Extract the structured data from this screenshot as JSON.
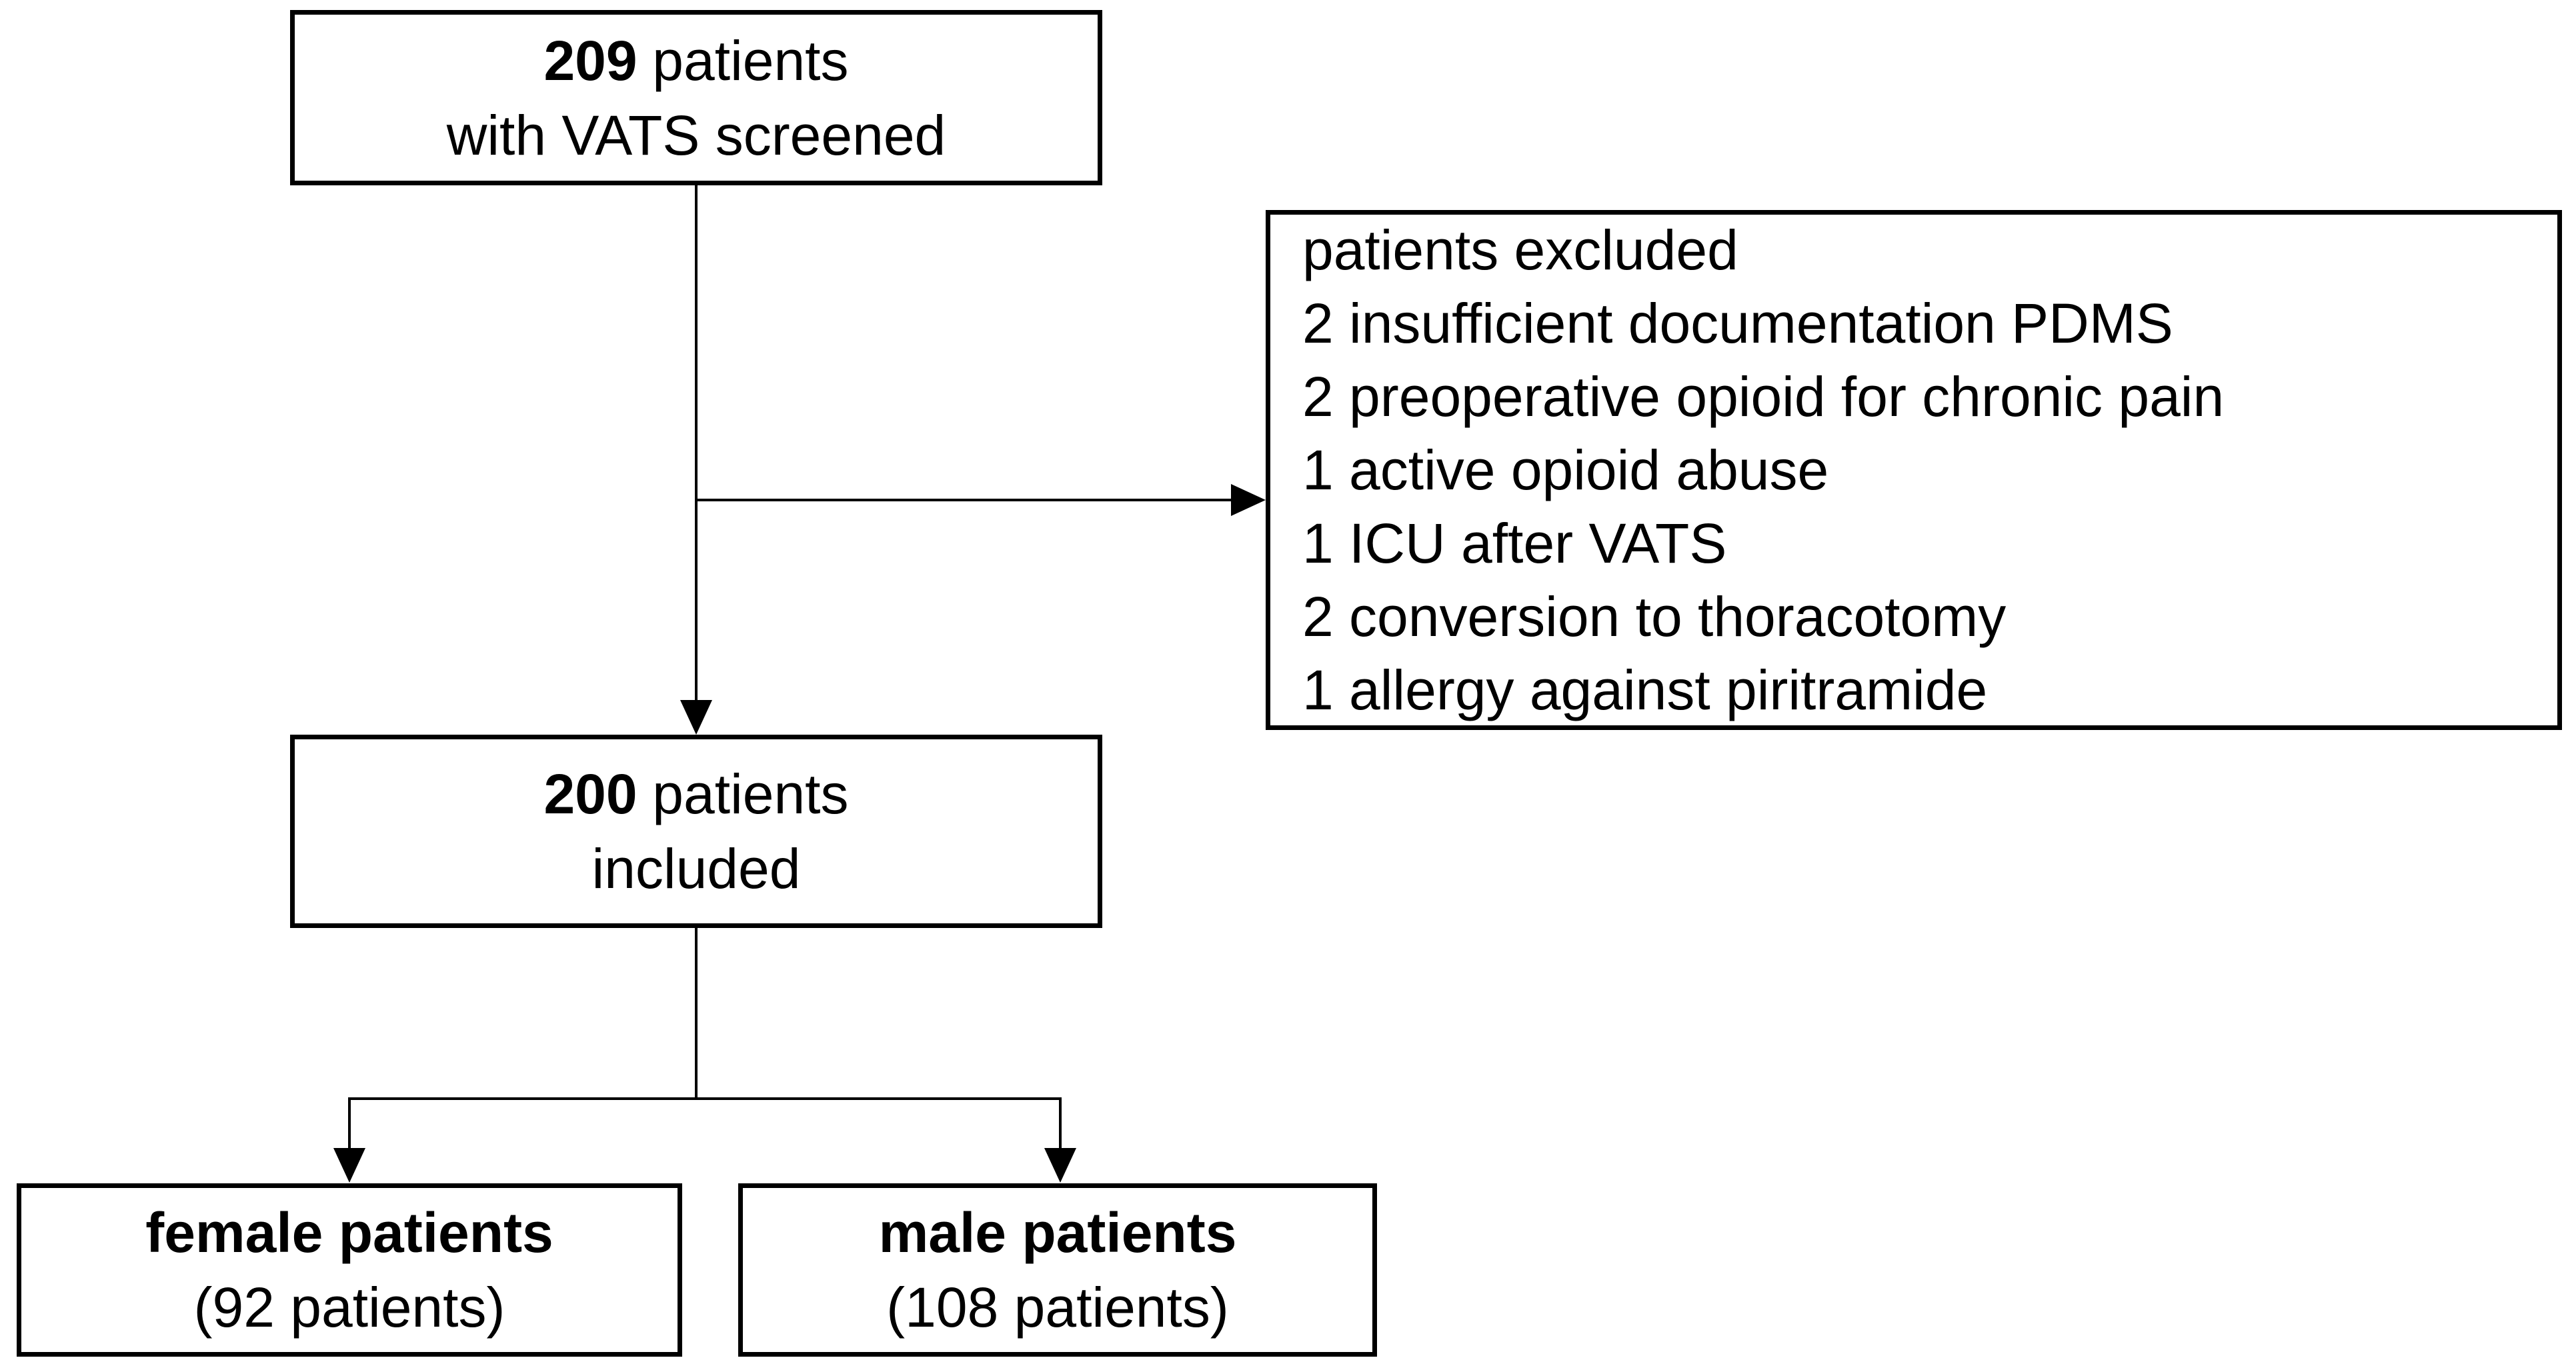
{
  "colors": {
    "background": "#ffffff",
    "line": "#000000",
    "text": "#000000"
  },
  "boxes": {
    "screened": {
      "count": "209",
      "count_label": "patients",
      "line2": "with VATS screened"
    },
    "excluded": {
      "lines": [
        "patients excluded",
        "2 insufficient documentation PDMS",
        "2 preoperative opioid for chronic pain",
        "1 active opioid abuse",
        "1 ICU after VATS",
        "2 conversion to thoracotomy",
        "1 allergy against piritramide"
      ]
    },
    "included": {
      "count": "200",
      "count_label": "patients",
      "line2": "included"
    },
    "female": {
      "title": "female patients",
      "subtitle": "(92 patients)"
    },
    "male": {
      "title": "male patients",
      "subtitle": "(108 patients)"
    }
  }
}
